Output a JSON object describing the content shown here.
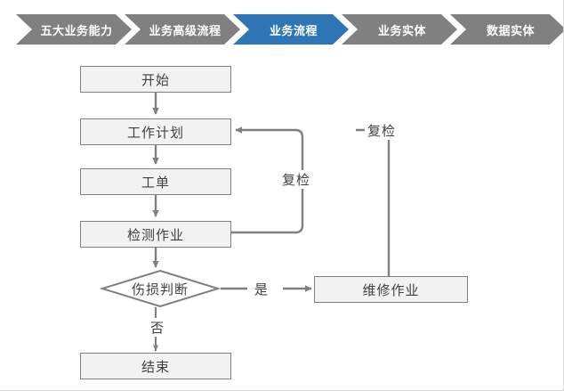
{
  "breadcrumb": {
    "active_color": "#2e75b6",
    "inactive_color": "#808080",
    "items": [
      {
        "label": "五大业务能力",
        "active": false
      },
      {
        "label": "业务高级流程",
        "active": false
      },
      {
        "label": "业务流程",
        "active": true
      },
      {
        "label": "业务实体",
        "active": false
      },
      {
        "label": "数据实体",
        "active": false
      }
    ]
  },
  "flowchart": {
    "node_fill": "#f2f2f2",
    "node_border": "#808080",
    "connector_color": "#808080",
    "text_color": "#404040",
    "nodes": [
      {
        "id": "start",
        "label": "开始",
        "shape": "rect"
      },
      {
        "id": "work_plan",
        "label": "工作计划",
        "shape": "rect"
      },
      {
        "id": "work_order",
        "label": "工单",
        "shape": "rect"
      },
      {
        "id": "inspection",
        "label": "检测作业",
        "shape": "rect"
      },
      {
        "id": "decision",
        "label": "伤损判断",
        "shape": "diamond"
      },
      {
        "id": "repair",
        "label": "维修作业",
        "shape": "rect"
      },
      {
        "id": "end",
        "label": "结束",
        "shape": "rect"
      }
    ],
    "edge_labels": {
      "yes": "是",
      "no": "否",
      "recheck_inner": "复检",
      "recheck_outer": "复检"
    }
  }
}
